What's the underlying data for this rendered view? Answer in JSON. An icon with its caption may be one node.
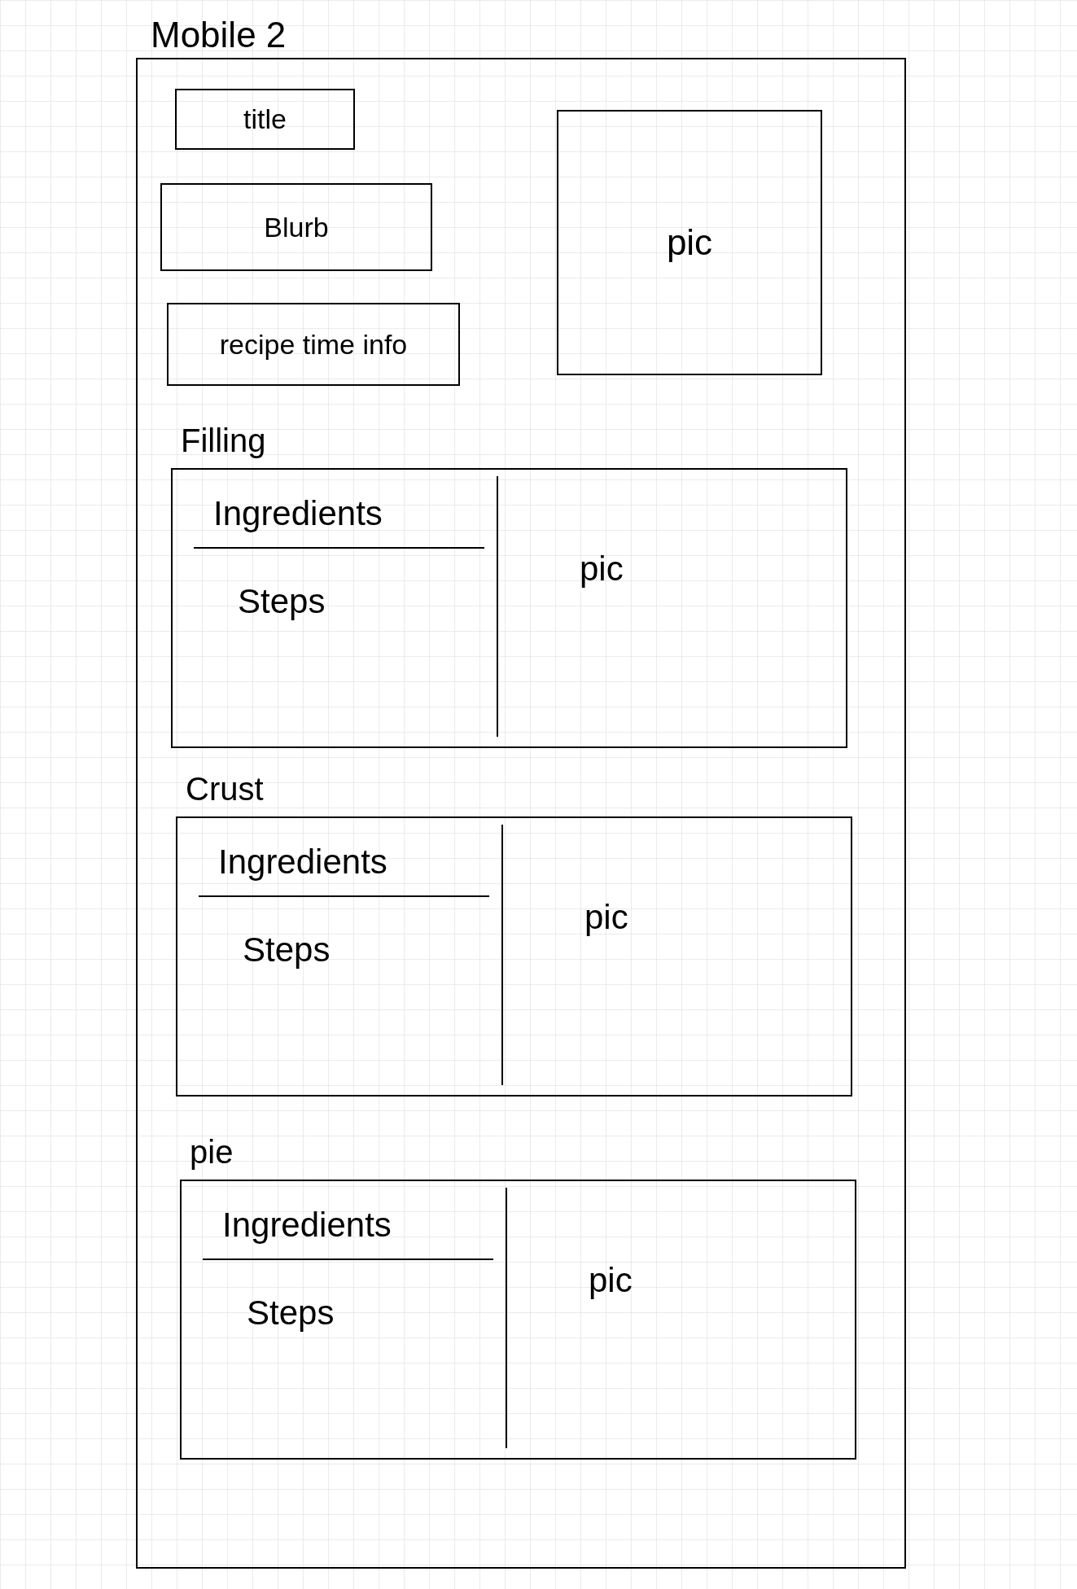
{
  "diagram": {
    "title": "Mobile 2",
    "nodes": [
      {
        "text": [],
        "shape": "box"
      },
      {
        "text": [
          "title"
        ],
        "in": 0
      },
      {
        "text": [
          "Blurb"
        ],
        "in": 0
      },
      {
        "text": [
          "recipe time info"
        ],
        "in": 0
      },
      {
        "text": [
          "pic"
        ],
        "in": 0
      },
      {
        "text": [
          "Filling",
          "Ingredients",
          "Steps",
          "pic"
        ],
        "in": 0
      },
      {
        "text": [
          "Crust",
          "Ingredients",
          "Steps",
          "pic"
        ],
        "in": 0
      },
      {
        "text": [
          "pie",
          "Ingredients",
          "Steps",
          "pic"
        ],
        "in": 0
      }
    ]
  }
}
